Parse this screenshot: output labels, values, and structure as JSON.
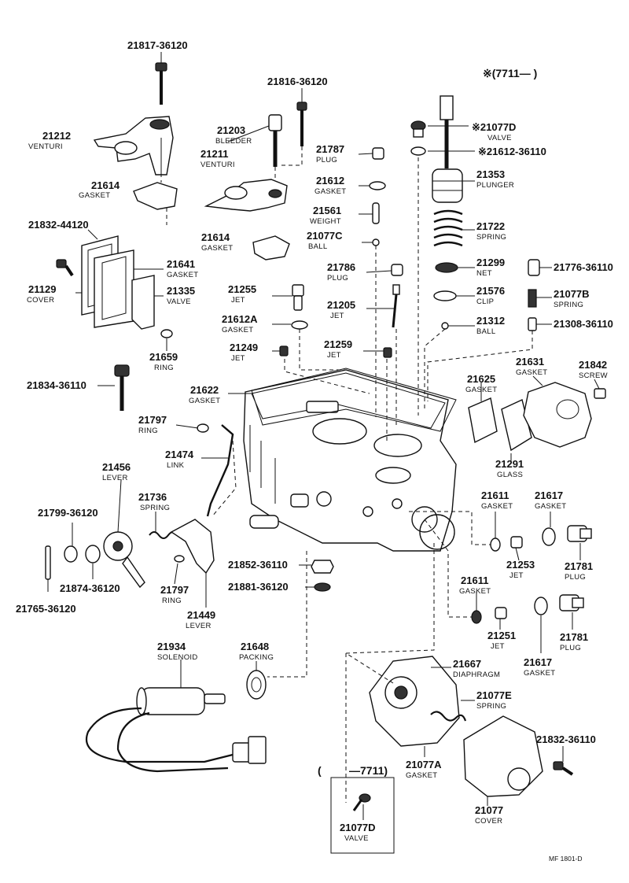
{
  "note_top": "※(7711—      )",
  "note_bottom_open": "(",
  "note_bottom_close": "—7711)",
  "footer_code": "MF  1801-D",
  "parts": [
    {
      "id": "p1",
      "number": "21817-36120",
      "name": ""
    },
    {
      "id": "p2",
      "number": "21212",
      "name": "VENTURI"
    },
    {
      "id": "p3",
      "number": "21614",
      "name": "GASKET"
    },
    {
      "id": "p4",
      "number": "21816-36120",
      "name": ""
    },
    {
      "id": "p5",
      "number": "21203",
      "name": "BLEEDER"
    },
    {
      "id": "p6",
      "number": "21211",
      "name": "VENTURI"
    },
    {
      "id": "p7",
      "number": "21614",
      "name": "GASKET"
    },
    {
      "id": "p8",
      "number": "21787",
      "name": "PLUG"
    },
    {
      "id": "p9",
      "number": "21612",
      "name": "GASKET"
    },
    {
      "id": "p10",
      "number": "21561",
      "name": "WEIGHT"
    },
    {
      "id": "p11",
      "number": "21077C",
      "name": "BALL"
    },
    {
      "id": "p12",
      "number": "※21077D",
      "name": "VALVE"
    },
    {
      "id": "p13",
      "number": "※21612-36110",
      "name": ""
    },
    {
      "id": "p14",
      "number": "21353",
      "name": "PLUNGER"
    },
    {
      "id": "p15",
      "number": "21722",
      "name": "SPRING"
    },
    {
      "id": "p16",
      "number": "21299",
      "name": "NET"
    },
    {
      "id": "p17",
      "number": "21776-36110",
      "name": ""
    },
    {
      "id": "p18",
      "number": "21576",
      "name": "CLIP"
    },
    {
      "id": "p19",
      "number": "21077B",
      "name": "SPRING"
    },
    {
      "id": "p20",
      "number": "21312",
      "name": "BALL"
    },
    {
      "id": "p21",
      "number": "21308-36110",
      "name": ""
    },
    {
      "id": "p22",
      "number": "21832-44120",
      "name": ""
    },
    {
      "id": "p23",
      "number": "21641",
      "name": "GASKET"
    },
    {
      "id": "p24",
      "number": "21129",
      "name": "COVER"
    },
    {
      "id": "p25",
      "number": "21335",
      "name": "VALVE"
    },
    {
      "id": "p26",
      "number": "21255",
      "name": "JET"
    },
    {
      "id": "p27",
      "number": "21786",
      "name": "PLUG"
    },
    {
      "id": "p28",
      "number": "21205",
      "name": "JET"
    },
    {
      "id": "p29",
      "number": "21612A",
      "name": "GASKET"
    },
    {
      "id": "p30",
      "number": "21659",
      "name": "RING"
    },
    {
      "id": "p31",
      "number": "21249",
      "name": "JET"
    },
    {
      "id": "p32",
      "number": "21259",
      "name": "JET"
    },
    {
      "id": "p33",
      "number": "21625",
      "name": "GASKET"
    },
    {
      "id": "p34",
      "number": "21631",
      "name": "GASKET"
    },
    {
      "id": "p35",
      "number": "21842",
      "name": "SCREW"
    },
    {
      "id": "p36",
      "number": "21834-36110",
      "name": ""
    },
    {
      "id": "p37",
      "number": "21622",
      "name": "GASKET"
    },
    {
      "id": "p38",
      "number": "21291",
      "name": "GLASS"
    },
    {
      "id": "p39",
      "number": "21797",
      "name": "RING"
    },
    {
      "id": "p40",
      "number": "21474",
      "name": "LINK"
    },
    {
      "id": "p41",
      "number": "21456",
      "name": "LEVER"
    },
    {
      "id": "p42",
      "number": "21736",
      "name": "SPRING"
    },
    {
      "id": "p43",
      "number": "21799-36120",
      "name": ""
    },
    {
      "id": "p44",
      "number": "21611",
      "name": "GASKET"
    },
    {
      "id": "p45",
      "number": "21617",
      "name": "GASKET"
    },
    {
      "id": "p46",
      "number": "21253",
      "name": "JET"
    },
    {
      "id": "p47",
      "number": "21781",
      "name": "PLUG"
    },
    {
      "id": "p48",
      "number": "21874-36120",
      "name": ""
    },
    {
      "id": "p49",
      "number": "21797",
      "name": "RING"
    },
    {
      "id": "p50",
      "number": "21852-36110",
      "name": ""
    },
    {
      "id": "p51",
      "number": "21881-36120",
      "name": ""
    },
    {
      "id": "p52",
      "number": "21765-36120",
      "name": ""
    },
    {
      "id": "p53",
      "number": "21449",
      "name": "LEVER"
    },
    {
      "id": "p54",
      "number": "21611",
      "name": "GASKET"
    },
    {
      "id": "p55",
      "number": "21251",
      "name": "JET"
    },
    {
      "id": "p56",
      "number": "21781",
      "name": "PLUG"
    },
    {
      "id": "p57",
      "number": "21934",
      "name": "SOLENOID"
    },
    {
      "id": "p58",
      "number": "21648",
      "name": "PACKING"
    },
    {
      "id": "p59",
      "number": "21667",
      "name": "DIAPHRAGM"
    },
    {
      "id": "p60",
      "number": "21617",
      "name": "GASKET"
    },
    {
      "id": "p61",
      "number": "21077E",
      "name": "SPRING"
    },
    {
      "id": "p62",
      "number": "21832-36110",
      "name": ""
    },
    {
      "id": "p63",
      "number": "21077A",
      "name": "GASKET"
    },
    {
      "id": "p64",
      "number": "21077",
      "name": "COVER"
    },
    {
      "id": "p65",
      "number": "21077D",
      "name": "VALVE"
    }
  ]
}
